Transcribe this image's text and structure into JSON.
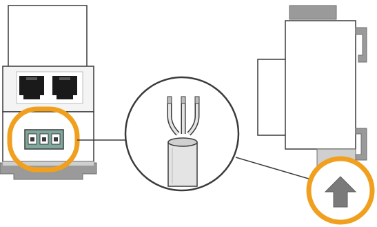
{
  "figure": {
    "description_type": "installation-illustration",
    "colors": {
      "background": "#ffffff",
      "outline": "#3a3a3a",
      "device_body": "#ffffff",
      "device_shadow": "#cfcfcf",
      "rail_gray": "#9a9a9a",
      "port_black": "#1a1a1a",
      "terminal_green": "#7fa79b",
      "highlight_orange": "#f0a01e",
      "cable_fill": "#e4e4e4",
      "arrow_gray": "#7a7a7a"
    }
  },
  "callouts": [
    {
      "id": "terminal-block-callout",
      "icon": "terminal-block-icon",
      "highlight": "orange-ring"
    },
    {
      "id": "cable-zoom-callout",
      "icon": "stripped-cable-icon",
      "highlight": "black-ring"
    },
    {
      "id": "release-tab-callout",
      "icon": "arrow-up-icon",
      "highlight": "orange-ring"
    }
  ]
}
